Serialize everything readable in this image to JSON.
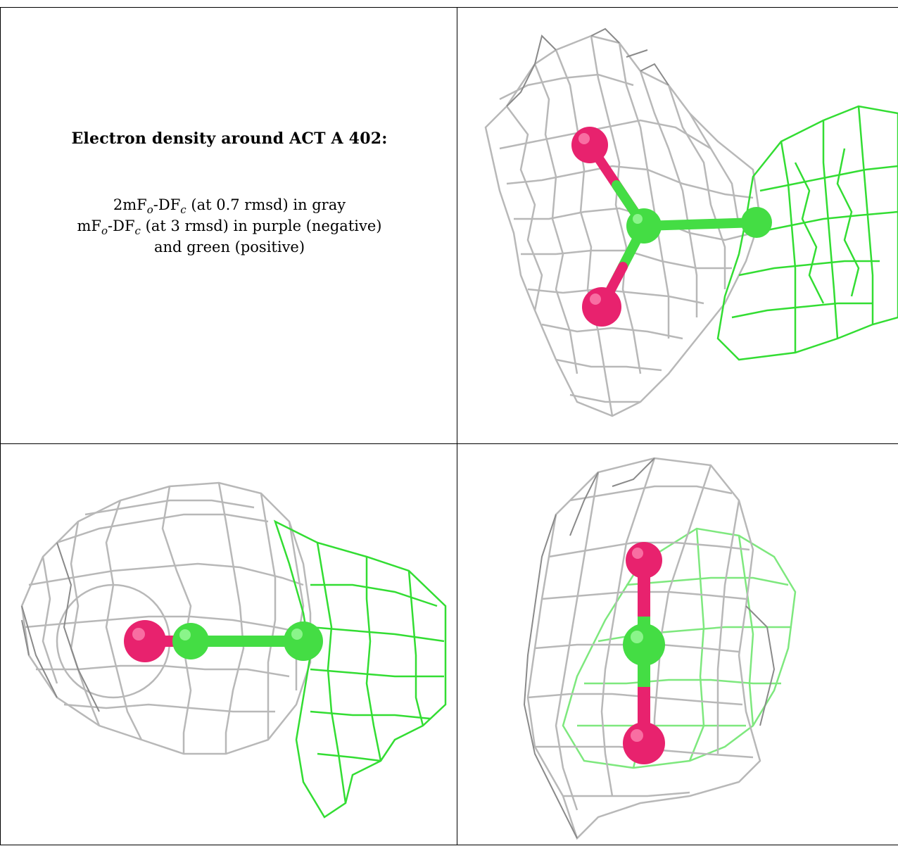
{
  "caption": {
    "title": "Electron density around ACT A 402:",
    "line1": {
      "pre": "2mF",
      "sub1": "o",
      "mid": "-DF",
      "sub2": "c",
      "post": " (at 0.7 rmsd) in gray"
    },
    "line2": {
      "pre": "mF",
      "sub1": "o",
      "mid": "-DF",
      "sub2": "c",
      "post": " (at 3 rmsd) in purple (negative)"
    },
    "line3": "and green (positive)"
  },
  "colors": {
    "gray_mesh": "#b8b8b8",
    "dark_mesh": "#8a8a8a",
    "green_mesh": "#33dd33",
    "carbon": "#44dd44",
    "oxygen": "#e8226e",
    "border": "#000000"
  },
  "panels": [
    {
      "name": "view-1",
      "atoms": [
        "O",
        "C",
        "C",
        "O"
      ]
    },
    {
      "name": "view-2",
      "atoms": [
        "O",
        "C",
        "C"
      ]
    },
    {
      "name": "view-3",
      "atoms": [
        "O",
        "C",
        "O"
      ]
    }
  ]
}
